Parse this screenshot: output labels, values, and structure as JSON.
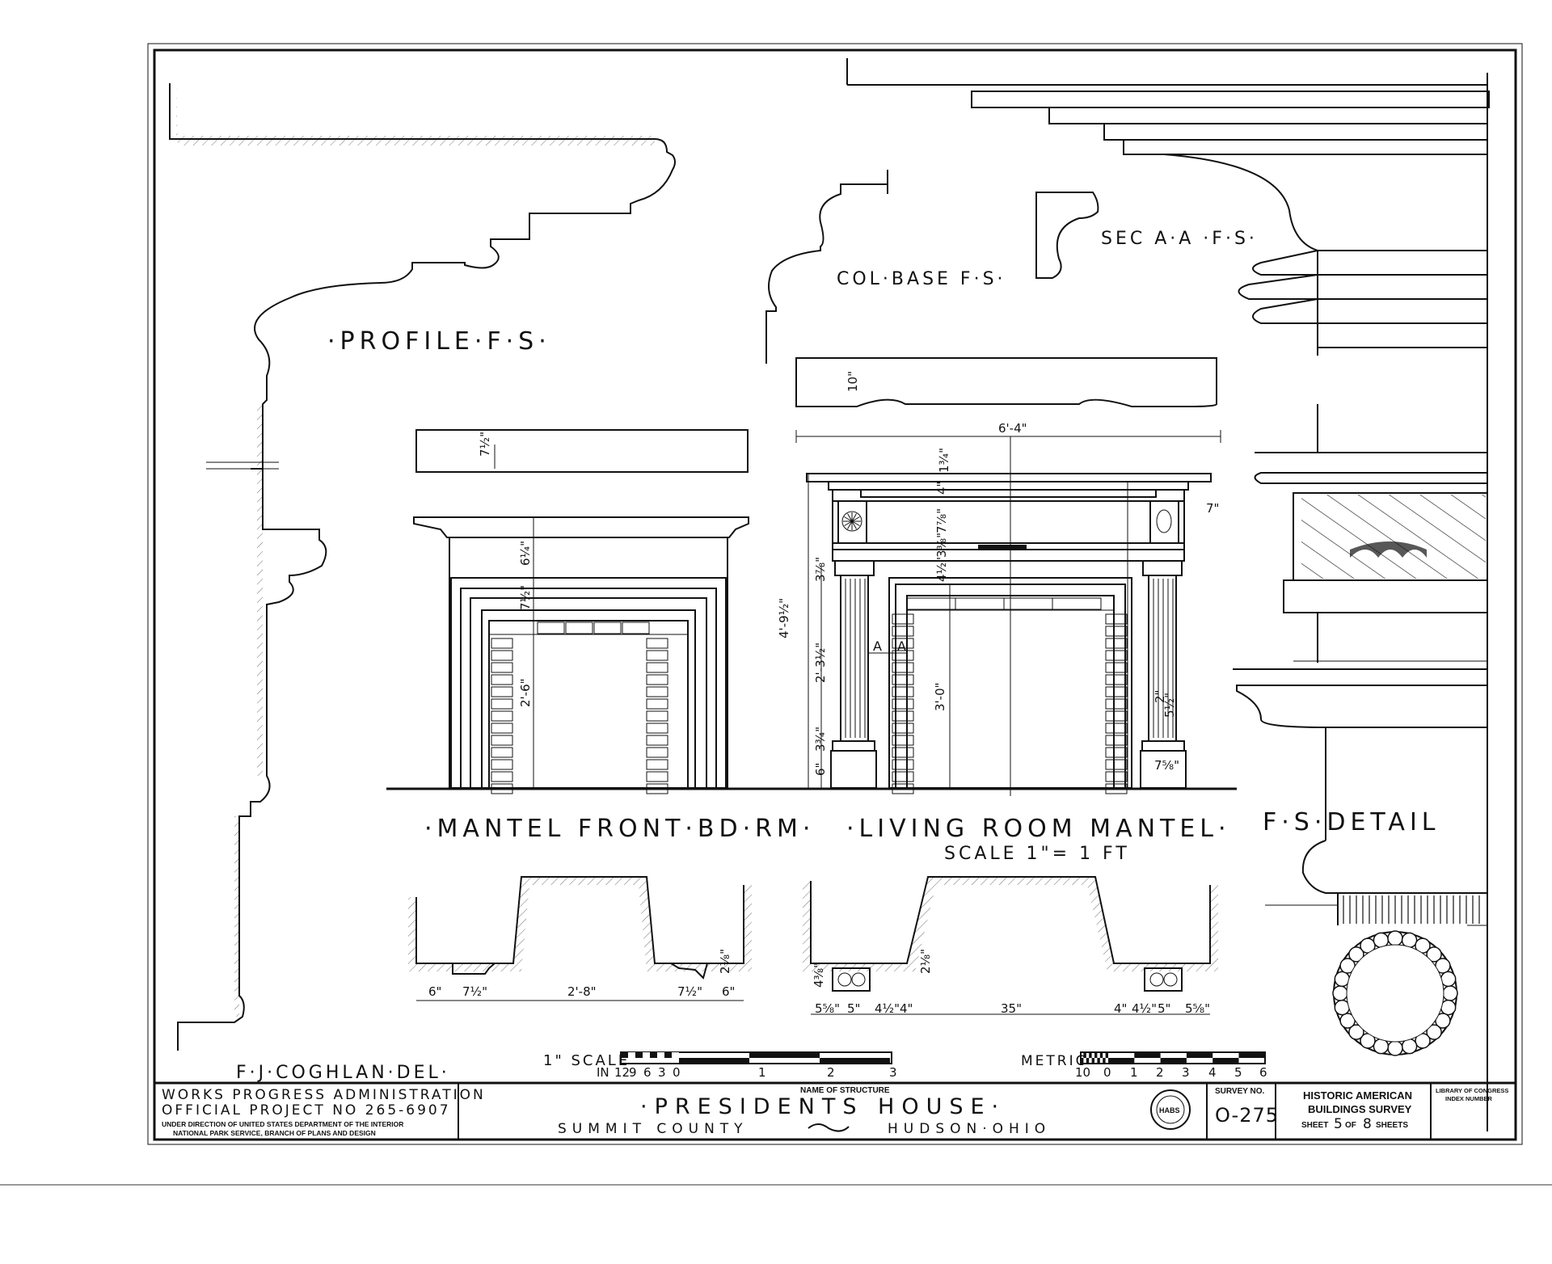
{
  "drawing_labels": {
    "profile": "·PROFILE·F·S·",
    "col_base": "COL·BASE F·S·",
    "sec_aa": "SEC A·A ·F·S·",
    "mantel_front": "·MANTEL FRONT·BD·RM·",
    "living_room_mantel": "·LIVING ROOM MANTEL·",
    "scale_note": "SCALE 1\"= 1 FT",
    "fs_detail": "F·S·DETAIL",
    "delineator": "F·J·COGHLAN·DEL·",
    "section_a_left": "A",
    "section_a_right": "A"
  },
  "dimensions": {
    "overall_width": "6'-4\"",
    "shelf_thk_left": "7½\"",
    "shelf_thk_right": "10\"",
    "top_1": "1¾\"",
    "top_2": "4\"",
    "top_3": "7⅞\"",
    "top_4": "3⅜\"",
    "top_5": "4½\"",
    "side_7": "7\"",
    "cap_3": "3⅞\"",
    "overall_height": "4'-9½\"",
    "shaft": "2'-3½\"",
    "base_3": "3¾\"",
    "base_6": "6\"",
    "opening_living": "3'-0\"",
    "pilaster_2": "2\"",
    "pilaster_5": "5½\"",
    "plinth_7": "7⅝\"",
    "bd_64": "6¼\"",
    "bd_75": "7½\"",
    "bd_opening": "2'-6\"",
    "plan_bd": [
      "6\"",
      "7½\"",
      "2'-8\"",
      "7½\"",
      "6\""
    ],
    "plan_bd_depth": "2⅛\"",
    "plan_lr": [
      "5⅝\"",
      "5\"",
      "4½\"",
      "4\"",
      "35\"",
      "4\"",
      "4½\"",
      "5\"",
      "5⅝\""
    ],
    "plan_lr_depth_a": "4⅜\"",
    "plan_lr_depth_b": "2⅛\""
  },
  "scale_bars": {
    "imperial_label": "1\" SCALE",
    "imperial_unit": "IN",
    "imperial_ticks": [
      "12",
      "9",
      "6",
      "3",
      "0",
      "1",
      "2",
      "3"
    ],
    "metric_label": "METRIC",
    "metric_ticks": [
      "10",
      "0",
      "1",
      "2",
      "3",
      "4",
      "5",
      "6"
    ]
  },
  "title_block": {
    "agency_line1": "WORKS PROGRESS ADMINISTRATION",
    "agency_line2": "OFFICIAL PROJECT NO 265-6907",
    "agency_line3": "UNDER DIRECTION OF UNITED STATES DEPARTMENT OF THE INTERIOR",
    "agency_line4": "NATIONAL PARK SERVICE, BRANCH OF PLANS AND DESIGN",
    "name_caption": "NAME OF STRUCTURE",
    "structure_name": "·PRESIDENTS HOUSE·",
    "county": "SUMMIT COUNTY",
    "location": "HUDSON·OHIO",
    "survey_caption": "SURVEY NO.",
    "survey_no": "O-275",
    "habs_line1": "HISTORIC AMERICAN",
    "habs_line2": "BUILDINGS SURVEY",
    "sheet_prefix": "SHEET",
    "sheet_no": "5",
    "sheet_of": "OF",
    "sheet_total": "8",
    "sheet_suffix": "SHEETS",
    "loc_line1": "LIBRARY OF CONGRESS",
    "loc_line2": "INDEX NUMBER",
    "seal_text": "HABS"
  }
}
